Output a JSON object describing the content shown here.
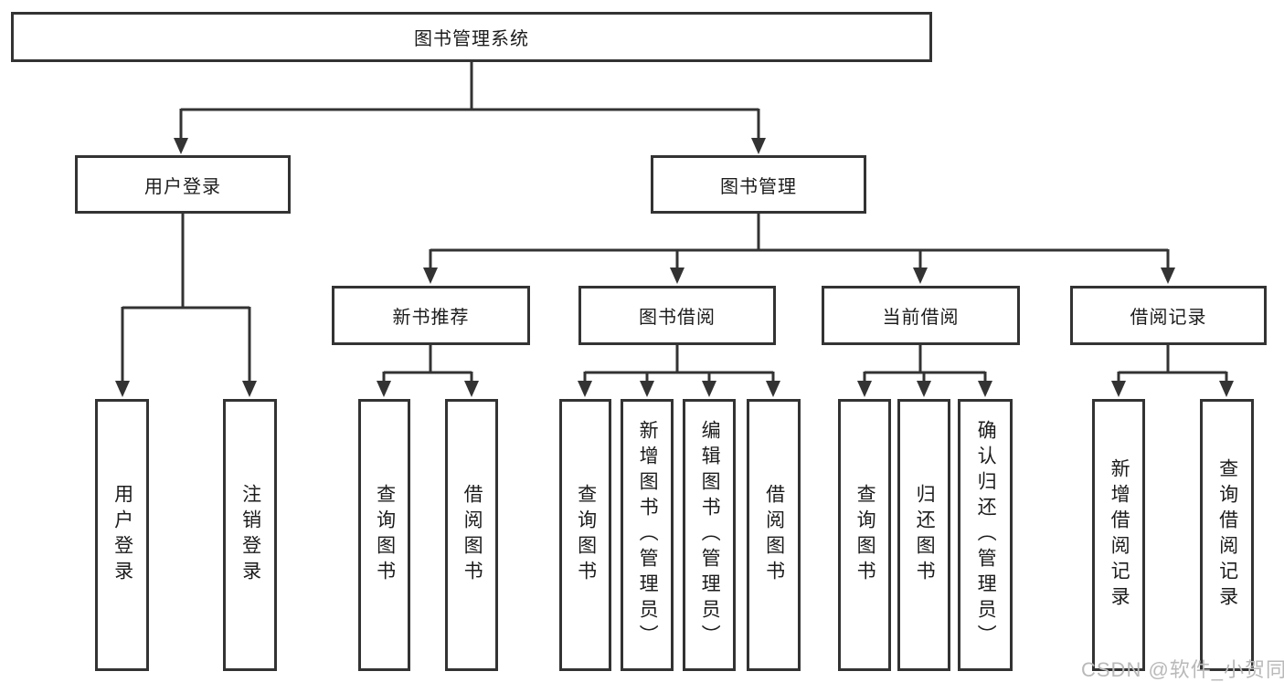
{
  "page": {
    "background_color": "#ffffff",
    "line_color": "#333333",
    "text_color": "#1c1c1c",
    "watermark_color": "#b9b9b9"
  },
  "watermark": {
    "text": "CSDN @软件_小贺同学"
  },
  "diagram": {
    "type": "hierarchy-tree",
    "root": {
      "label": "图书管理系统"
    },
    "branches": [
      {
        "label": "用户登录",
        "children": [
          {
            "label": "用户登录"
          },
          {
            "label": "注销登录"
          }
        ]
      },
      {
        "label": "图书管理",
        "children": [
          {
            "label": "新书推荐",
            "children": [
              {
                "label": "查询图书"
              },
              {
                "label": "借阅图书"
              }
            ]
          },
          {
            "label": "图书借阅",
            "children": [
              {
                "label": "查询图书"
              },
              {
                "label": "新增图书（管理员）"
              },
              {
                "label": "编辑图书（管理员）"
              },
              {
                "label": "借阅图书"
              }
            ]
          },
          {
            "label": "当前借阅",
            "children": [
              {
                "label": "查询图书"
              },
              {
                "label": "归还图书"
              },
              {
                "label": "确认归还（管理员）"
              }
            ]
          },
          {
            "label": "借阅记录",
            "children": [
              {
                "label": "新增借阅记录"
              },
              {
                "label": "查询借阅记录"
              }
            ]
          }
        ]
      }
    ]
  }
}
